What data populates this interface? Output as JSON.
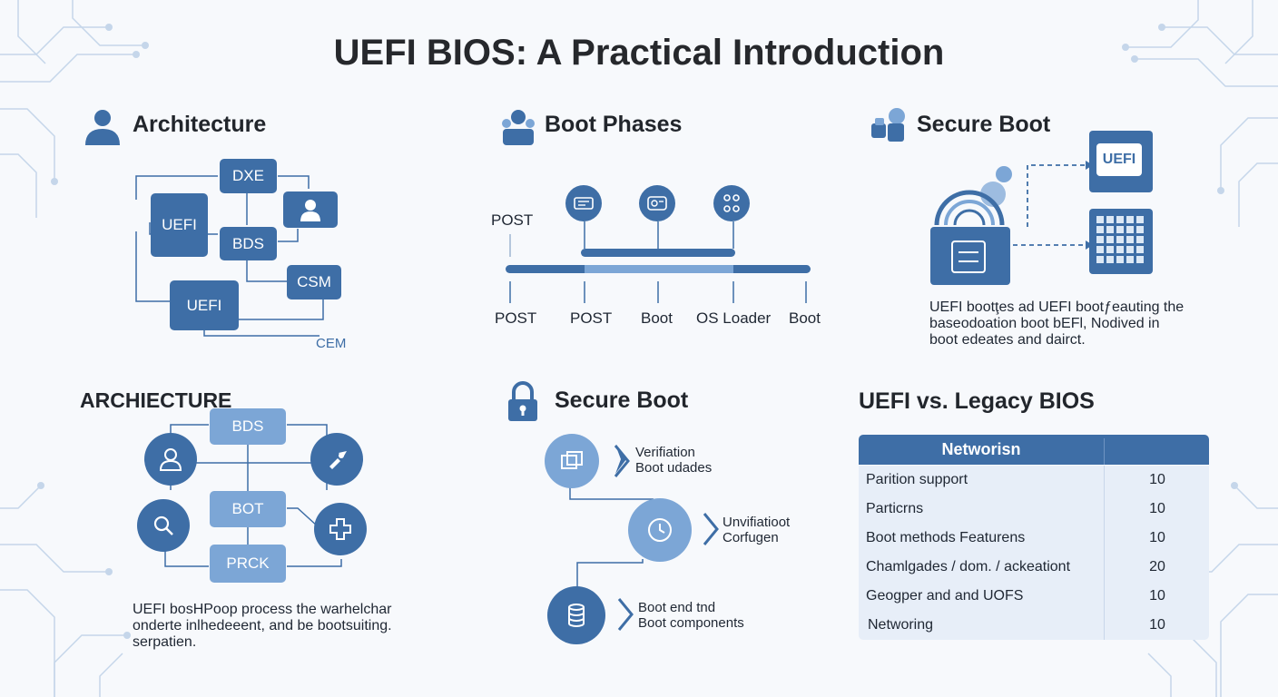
{
  "title": "UEFI BIOS: A Practical Introduction",
  "architecture": {
    "heading": "Architecture",
    "nodes": {
      "dxe": "DXE",
      "uefi_top": "UEFI",
      "bds": "BDS",
      "csm": "CSM",
      "uefi_bottom": "UEFI",
      "cem": "CEM"
    }
  },
  "boot_phases": {
    "heading": "Boot Phases",
    "post_top": "POST",
    "labels": [
      "POST",
      "POST",
      "Boot",
      "OS Loader",
      "Boot"
    ]
  },
  "secure_boot_top": {
    "heading": "Secure Boot",
    "uefi_badge": "UEFI",
    "description": [
      "UEFI bootţes ad UEFI bootƒeauting the",
      "baseodoation boot bEFl, Nodived in",
      "boot edeates and dairct."
    ]
  },
  "architecture2": {
    "heading": "ARCHIECTURE",
    "nodes": {
      "bds": "BDS",
      "bot": "BOT",
      "prck": "PRCK"
    },
    "description": [
      "UEFI bosHPoop process the warhelchar",
      "onderte inlhedeeent, and be bootsuiting.",
      "serpatien."
    ]
  },
  "secure_boot_bottom": {
    "heading": "Secure Boot",
    "steps": [
      {
        "line1": "Verifiation",
        "line2": "Boot udades"
      },
      {
        "line1": "Unvifiatioot",
        "line2": "Corfugen"
      },
      {
        "line1": "Boot end tnd",
        "line2": "Boot components"
      }
    ]
  },
  "comparison": {
    "heading": "UEFI vs. Legacy BIOS",
    "table_header": "Networisn",
    "rows": [
      {
        "feature": "Parition support",
        "value": "10"
      },
      {
        "feature": "Particrns",
        "value": "10"
      },
      {
        "feature": "Boot methods Featurens",
        "value": "10"
      },
      {
        "feature": "Chamlgades / dom. / ackeationt",
        "value": "20"
      },
      {
        "feature": "Geogper and and UOFS",
        "value": "10"
      },
      {
        "feature": "Networing",
        "value": "10"
      }
    ]
  },
  "colors": {
    "primary": "#3e6ea6",
    "light": "#7ca6d6",
    "circuit": "#bcd0e6"
  }
}
